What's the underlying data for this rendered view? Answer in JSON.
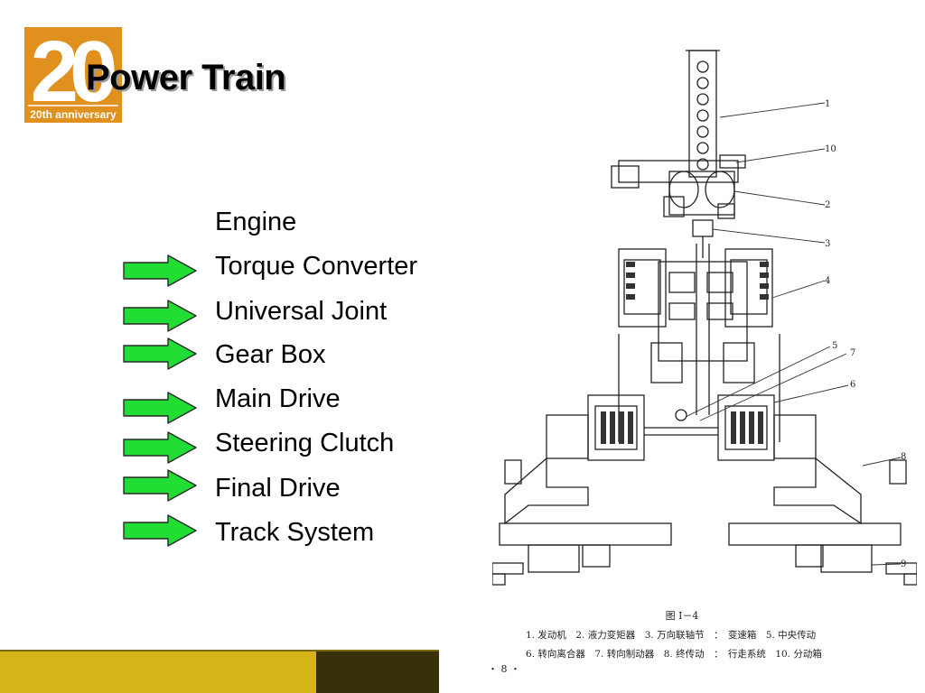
{
  "logo": {
    "number": "20",
    "tagline": "20th anniversary",
    "color": "#e0901e"
  },
  "title": "Power Train",
  "list": [
    {
      "label": "Engine",
      "arrow": false
    },
    {
      "label": "Torque Converter",
      "arrow": true
    },
    {
      "label": "Universal Joint",
      "arrow": true
    },
    {
      "label": "Gear Box",
      "arrow": true
    },
    {
      "label": "Main Drive",
      "arrow": true
    },
    {
      "label": "Steering Clutch",
      "arrow": true
    },
    {
      "label": "Final Drive",
      "arrow": true
    },
    {
      "label": "Track System",
      "arrow": true
    }
  ],
  "arrow_color": "#22dd33",
  "diagram": {
    "callouts": [
      "1",
      "10",
      "2",
      "3",
      "4",
      "5",
      "7",
      "6",
      "8",
      "9"
    ],
    "caption_title": "图 I－4",
    "caption_line1": "1. 发动机　2. 液力变矩器　3. 万向联轴节　：　变速箱　5. 中央传动",
    "caption_line2": "6. 转向离合器　7. 转向制动器　8. 终传动　：　行走系统　10. 分动箱",
    "page_number": "・ 8 ・"
  },
  "footer": {
    "left_color": "#d4b418",
    "right_color": "#37300a"
  }
}
